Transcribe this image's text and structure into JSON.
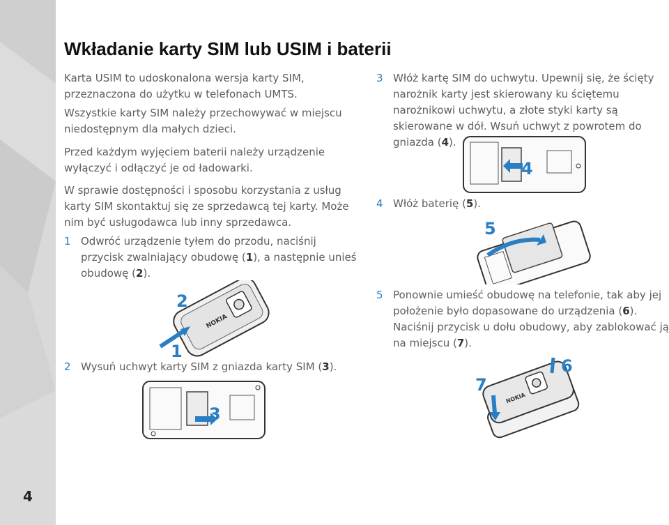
{
  "page": {
    "number": "4",
    "title": "Wkładanie karty SIM lub USIM i baterii"
  },
  "left": {
    "p1": "Karta USIM to udoskonalona wersja karty SIM, przeznaczona do użytku w telefonach UMTS.",
    "p2": "Wszystkie karty SIM należy przechowywać w miejscu niedostępnym dla małych dzieci.",
    "p3": "Przed każdym wyjęciem baterii należy urządzenie wyłączyć i odłączyć je od ładowarki.",
    "p4": "W sprawie dostępności i sposobu korzystania z usług karty SIM skontaktuj się ze sprzedawcą tej karty. Może nim być usługodawca lub inny sprzedawca.",
    "step1": {
      "n": "1",
      "text_a": "Odwróć urządzenie tyłem do przodu, naciśnij przycisk zwalniający obudowę (",
      "ref_a": "1",
      "text_b": "), a następnie unieś obudowę (",
      "ref_b": "2",
      "text_c": ")."
    },
    "step2": {
      "n": "2",
      "text_a": "Wysuń uchwyt karty SIM z gniazda karty SIM (",
      "ref_a": "3",
      "text_b": ")."
    }
  },
  "right": {
    "step3": {
      "n": "3",
      "text_a": "Włóż kartę SIM do uchwytu. Upewnij się, że ścięty narożnik karty jest skierowany ku ściętemu narożnikowi uchwytu, a złote styki karty są skierowane w dół. Wsuń uchwyt z powrotem do gniazda (",
      "ref_a": "4",
      "text_b": ")."
    },
    "step4": {
      "n": "4",
      "text_a": "Włóż baterię (",
      "ref_a": "5",
      "text_b": ")."
    },
    "step5": {
      "n": "5",
      "text_a": "Ponownie umieść obudowę na telefonie, tak aby jej położenie było dopasowane do urządzenia (",
      "ref_a": "6",
      "text_b": "). Naciśnij przycisk u dołu obudowy, aby zablokować ją na miejscu (",
      "ref_b": "7",
      "text_c": ")."
    }
  },
  "figures": {
    "fig1": {
      "labels": [
        "2",
        "1"
      ],
      "brand": "NOKIA"
    },
    "fig2": {
      "labels": [
        "3"
      ]
    },
    "fig3": {
      "labels": [
        "4"
      ]
    },
    "fig4": {
      "labels": [
        "5"
      ]
    },
    "fig5": {
      "labels": [
        "6",
        "7"
      ],
      "brand": "NOKIA"
    }
  },
  "colors": {
    "accent": "#2a7fc4",
    "sidebar": "#d6d6d6"
  }
}
